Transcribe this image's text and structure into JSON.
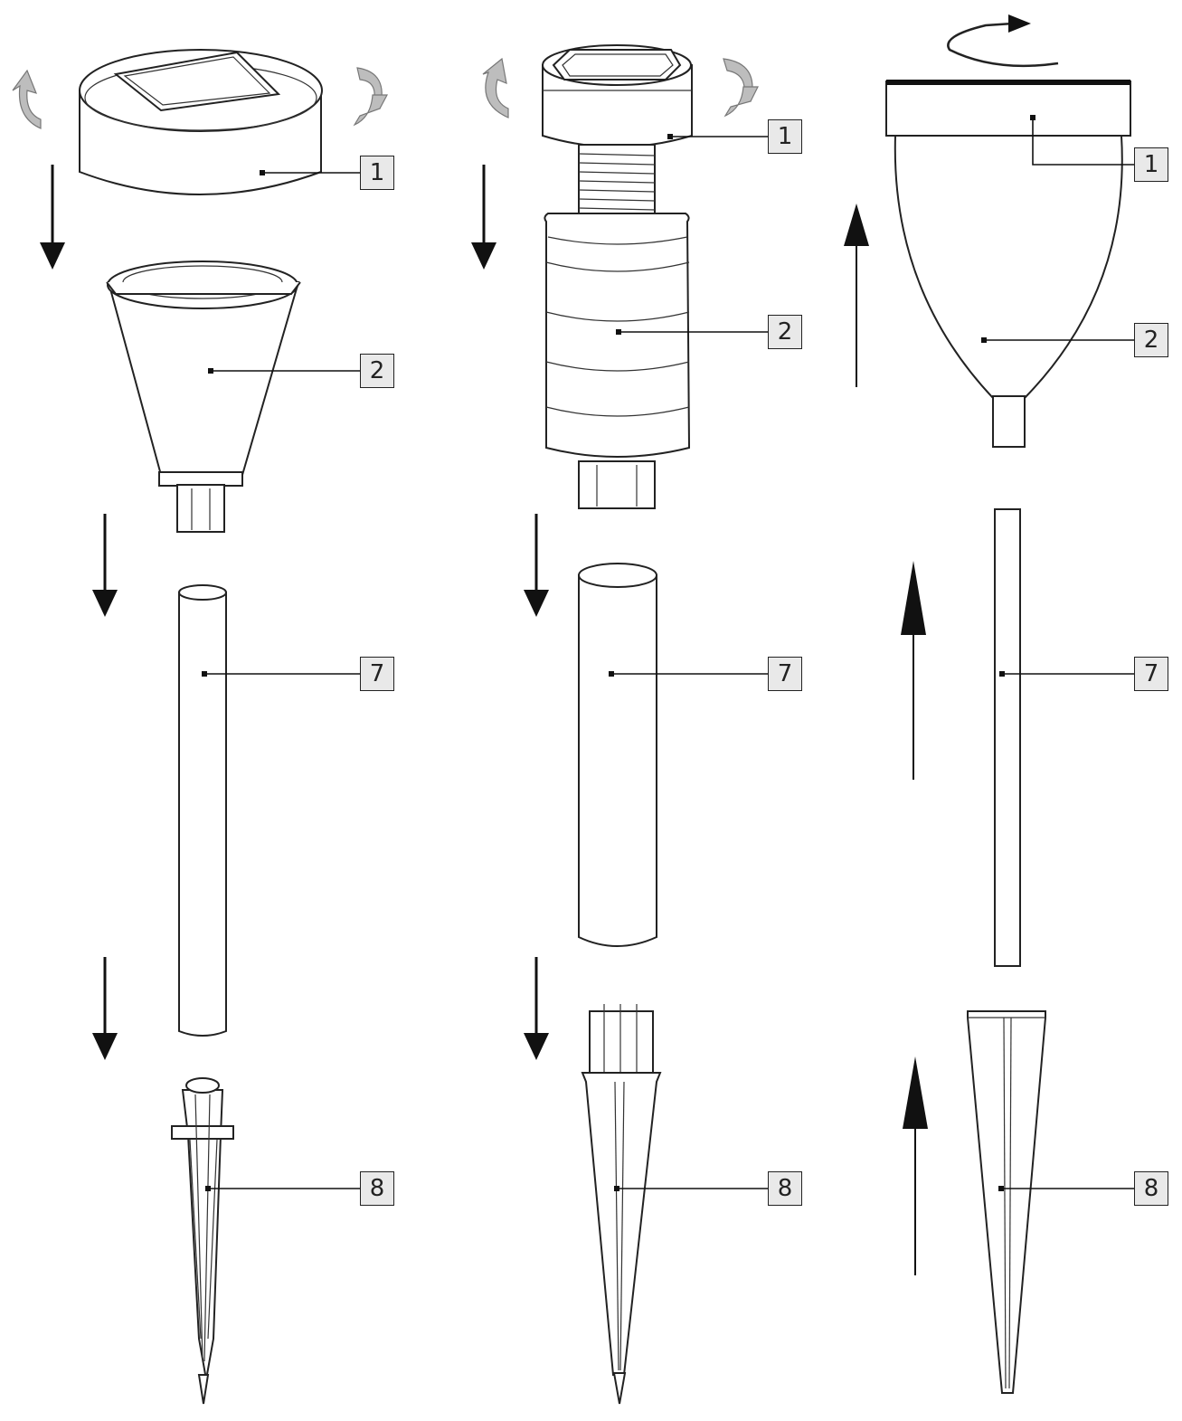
{
  "columns": [
    {
      "name": "column-left",
      "callouts": [
        {
          "id": "1",
          "label": "1"
        },
        {
          "id": "2",
          "label": "2"
        },
        {
          "id": "7",
          "label": "7"
        },
        {
          "id": "8",
          "label": "8"
        }
      ]
    },
    {
      "name": "column-middle",
      "callouts": [
        {
          "id": "1",
          "label": "1"
        },
        {
          "id": "2",
          "label": "2"
        },
        {
          "id": "7",
          "label": "7"
        },
        {
          "id": "8",
          "label": "8"
        }
      ]
    },
    {
      "name": "column-right",
      "callouts": [
        {
          "id": "1",
          "label": "1"
        },
        {
          "id": "2",
          "label": "2"
        },
        {
          "id": "7",
          "label": "7"
        },
        {
          "id": "8",
          "label": "8"
        }
      ]
    }
  ],
  "icons": {
    "down_arrow": "arrow-down-icon",
    "up_arrow": "arrow-up-icon",
    "rotate": "rotate-icon"
  },
  "colors": {
    "line": "#222222",
    "callout_fill": "#e9e9e9",
    "rotate_fill": "#bdbdbd"
  }
}
